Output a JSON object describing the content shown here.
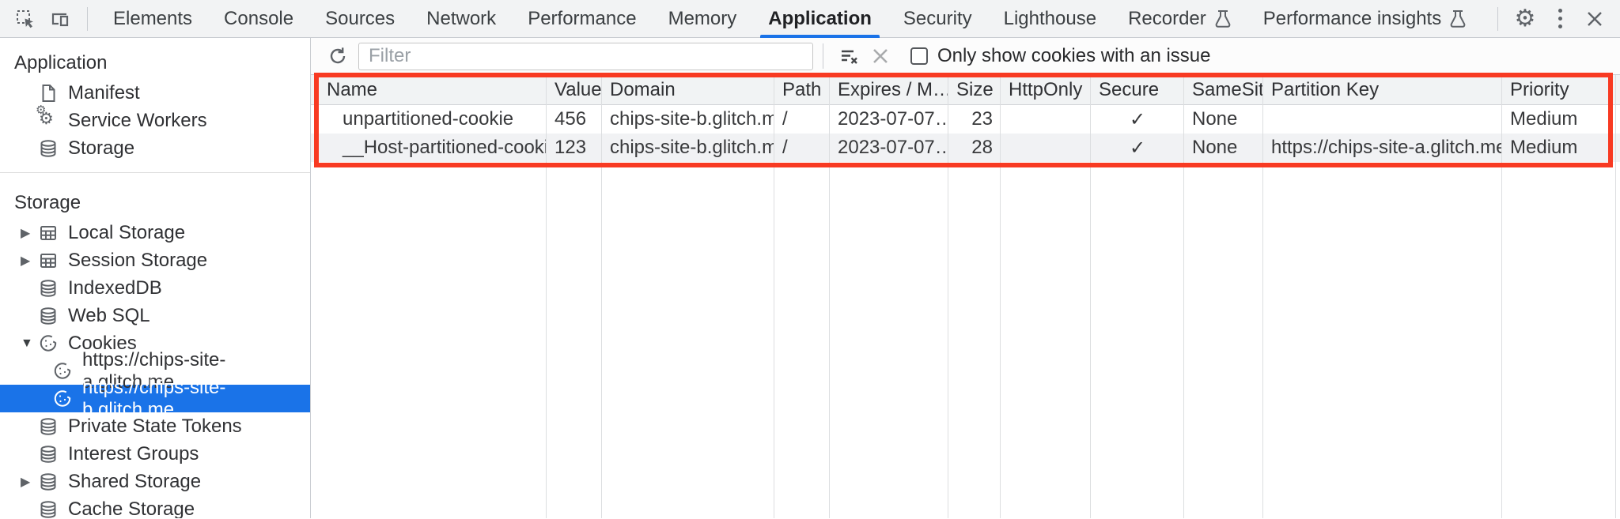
{
  "tabbar": {
    "tabs": [
      {
        "label": "Elements"
      },
      {
        "label": "Console"
      },
      {
        "label": "Sources"
      },
      {
        "label": "Network"
      },
      {
        "label": "Performance"
      },
      {
        "label": "Memory"
      },
      {
        "label": "Application",
        "active": true
      },
      {
        "label": "Security"
      },
      {
        "label": "Lighthouse"
      },
      {
        "label": "Recorder",
        "flask": true
      },
      {
        "label": "Performance insights",
        "flask": true
      }
    ]
  },
  "sidebar": {
    "app_title": "Application",
    "app_items": [
      {
        "label": "Manifest",
        "icon": "document-icon"
      },
      {
        "label": "Service Workers",
        "icon": "gears-icon"
      },
      {
        "label": "Storage",
        "icon": "database-icon"
      }
    ],
    "storage_title": "Storage",
    "storage_items": [
      {
        "label": "Local Storage",
        "icon": "table-icon",
        "expander": "collapsed"
      },
      {
        "label": "Session Storage",
        "icon": "table-icon",
        "expander": "collapsed"
      },
      {
        "label": "IndexedDB",
        "icon": "database-icon"
      },
      {
        "label": "Web SQL",
        "icon": "database-icon"
      },
      {
        "label": "Cookies",
        "icon": "cookie-icon",
        "expander": "expanded"
      },
      {
        "label": "https://chips-site-a.glitch.me",
        "icon": "cookie-icon",
        "child": true
      },
      {
        "label": "https://chips-site-b.glitch.me",
        "icon": "cookie-icon",
        "child": true,
        "selected": true
      },
      {
        "label": "Private State Tokens",
        "icon": "database-icon"
      },
      {
        "label": "Interest Groups",
        "icon": "database-icon"
      },
      {
        "label": "Shared Storage",
        "icon": "database-icon",
        "expander": "collapsed"
      },
      {
        "label": "Cache Storage",
        "icon": "database-icon"
      }
    ]
  },
  "toolbar": {
    "filter_placeholder": "Filter",
    "filter_value": "",
    "checkbox_checked": false,
    "checkbox_label": "Only show cookies with an issue"
  },
  "cookie_table": {
    "columns": [
      "Name",
      "Value",
      "Domain",
      "Path",
      "Expires / M…",
      "Size",
      "HttpOnly",
      "Secure",
      "SameSite",
      "Partition Key",
      "Priority"
    ],
    "rows": [
      {
        "name": "unpartitioned-cookie",
        "value": "456",
        "domain": "chips-site-b.glitch.me",
        "path": "/",
        "expires": "2023-07-07…",
        "size": "23",
        "http_only": "",
        "secure": "✓",
        "same_site": "None",
        "partition_key": "",
        "priority": "Medium"
      },
      {
        "name": "__Host-partitioned-cookie",
        "value": "123",
        "domain": "chips-site-b.glitch.me",
        "path": "/",
        "expires": "2023-07-07…",
        "size": "28",
        "http_only": "",
        "secure": "✓",
        "same_site": "None",
        "partition_key": "https://chips-site-a.glitch.me",
        "priority": "Medium"
      }
    ]
  },
  "colors": {
    "accent_blue": "#1a73e8",
    "annotation_red": "#f83a22",
    "header_bg": "#f1f3f4",
    "alt_row_bg": "#f1f2f4"
  }
}
